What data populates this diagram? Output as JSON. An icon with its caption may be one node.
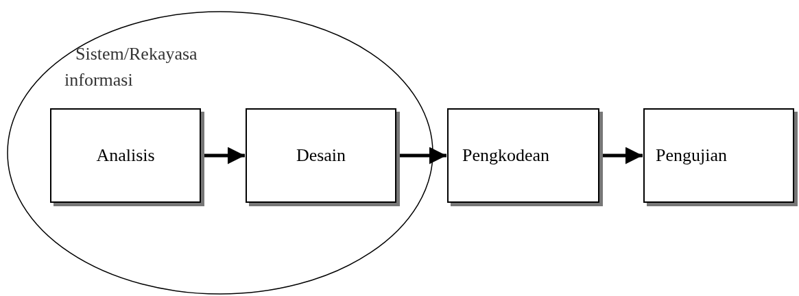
{
  "diagram": {
    "nodes": [
      {
        "text": [
          "Sistem/Rekayasa informasi"
        ]
      },
      {
        "text": [
          "Analisis"
        ],
        "in": 0
      },
      {
        "text": [
          "Desain"
        ],
        "in": 0
      },
      {
        "text": [
          "Pengkodean"
        ]
      },
      {
        "text": [
          "Pengujian"
        ]
      }
    ],
    "edges": [
      {
        "from": 1,
        "to": 2,
        "arrow": "to"
      },
      {
        "from": 2,
        "to": 3,
        "arrow": "to"
      },
      {
        "from": 3,
        "to": 4,
        "arrow": "to"
      }
    ]
  }
}
